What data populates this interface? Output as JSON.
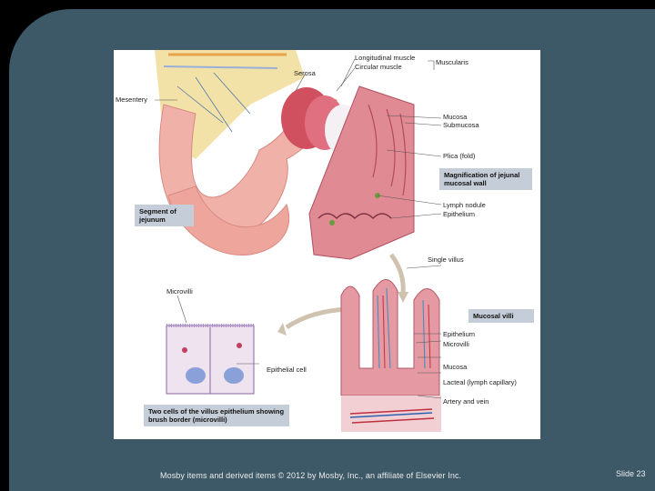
{
  "labels": {
    "longitudinal_muscle": "Longitudinal muscle",
    "circular_muscle": "Circular muscle",
    "muscularis": "Muscularis",
    "serosa": "Serosa",
    "mesentery": "Mesentery",
    "submucosa": "Submucosa",
    "mucosa": "Mucosa",
    "plica": "Plica (fold)",
    "magnification": "Magnification of jejunal mucosal wall",
    "lymph_nodule": "Lymph nodule",
    "epithelium": "Epithelium",
    "segment": "Segment of jejunum",
    "single_villus": "Single villus",
    "microvilli": "Microvilli",
    "mucosal_villi": "Mucosal villi",
    "epithelium2": "Epithelium",
    "microvilli2": "Microvilli",
    "mucosa2": "Mucosa",
    "lacteal": "Lacteal (lymph capillary)",
    "artery_vein": "Artery and vein",
    "epithelial_cell": "Epithelial cell",
    "two_cells": "Two cells of the villus epithelium showing brush border (microvilli)"
  },
  "footer": "Mosby items and derived items © 2012 by Mosby, Inc., an affiliate of Elsevier Inc.",
  "slide_number": "Slide 23"
}
